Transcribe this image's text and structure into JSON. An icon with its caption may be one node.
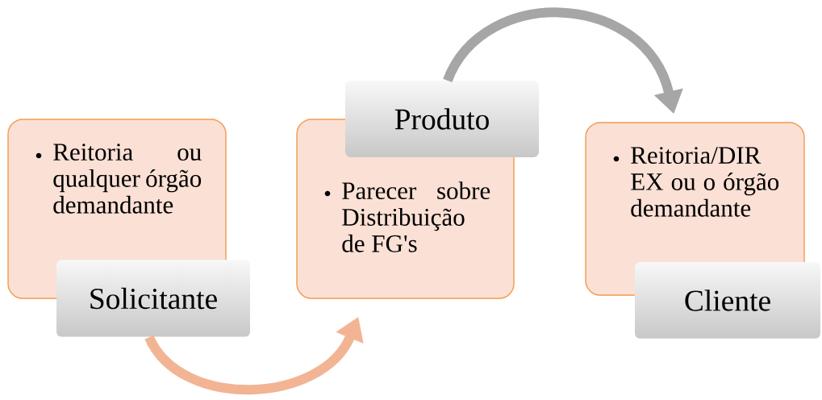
{
  "diagram": {
    "nodes": [
      {
        "text": [
          "Reitoria ou qualquer órgão demandante"
        ]
      },
      {
        "text": [
          "Solicitante"
        ]
      },
      {
        "text": [
          "Produto"
        ]
      },
      {
        "text": [
          "Parecer sobre Distribuição de FG's"
        ]
      },
      {
        "text": [
          "Reitoria/DIR EX ou o órgão demandante"
        ]
      },
      {
        "text": [
          "Cliente"
        ]
      }
    ],
    "edges": [
      {
        "from": 1,
        "to": 3,
        "arrow": "to",
        "color": "#f2b493"
      },
      {
        "from": 2,
        "to": 4,
        "arrow": "to",
        "color": "#a6a6a6"
      }
    ]
  }
}
